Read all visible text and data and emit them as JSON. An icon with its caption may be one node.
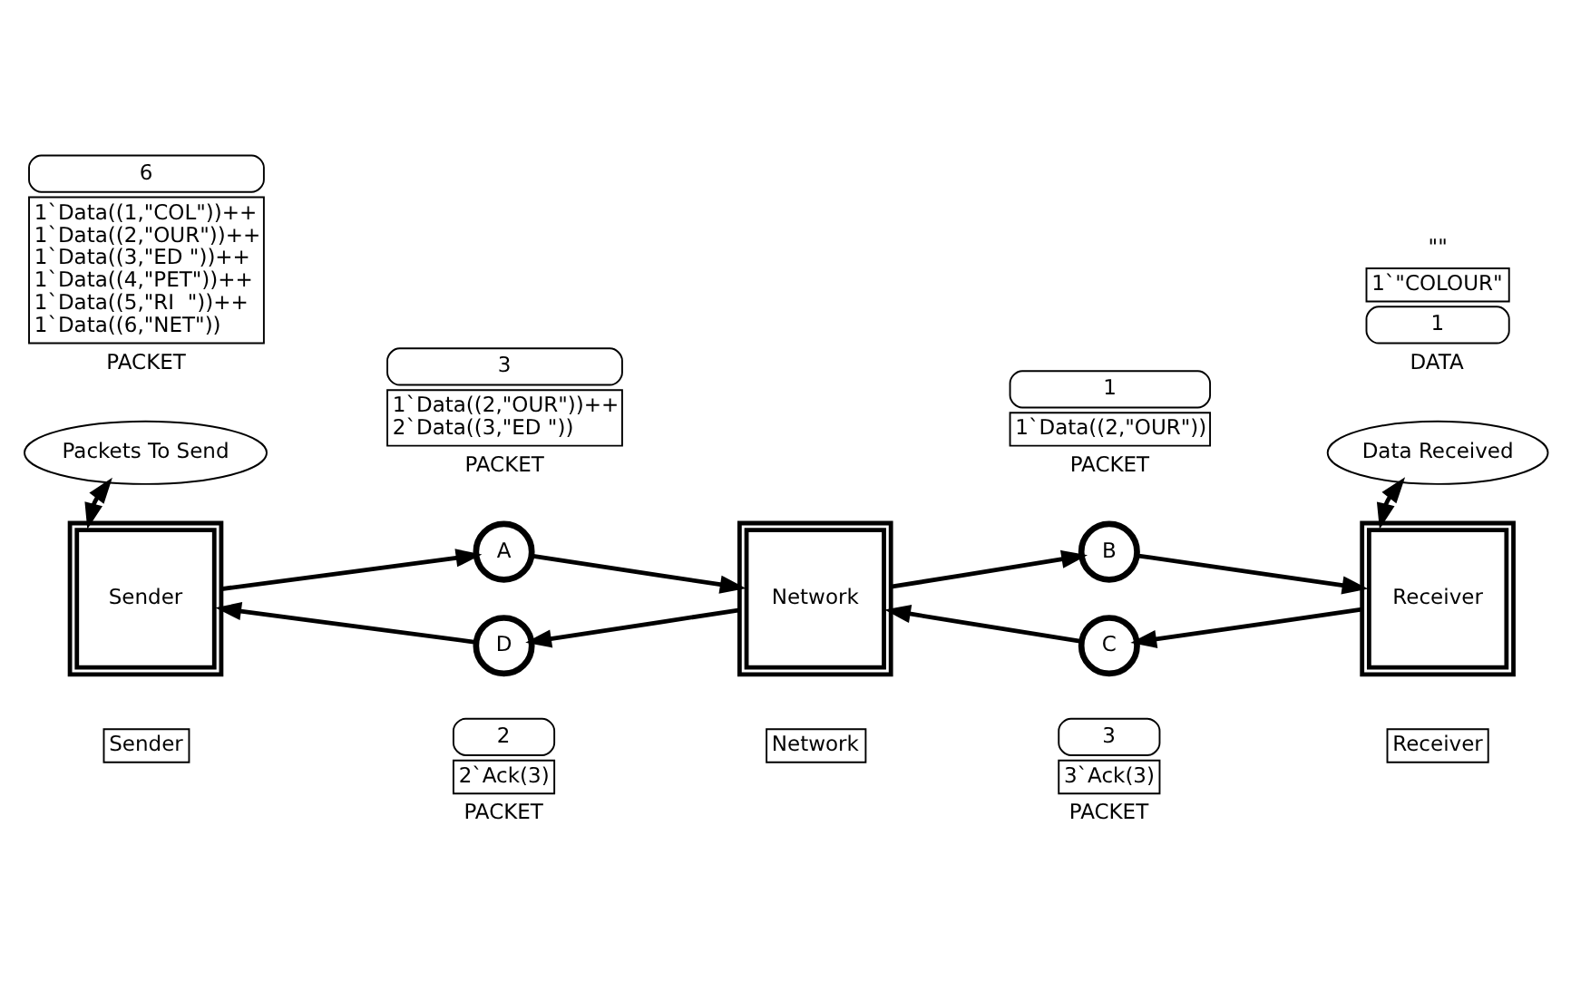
{
  "diagram": {
    "nodes": [
      {
        "text": [
          "Packets To Send"
        ],
        "beside": [
          "6",
          "1`Data((1,\"COL\"))++ 1`Data((2,\"OUR\"))++ 1`Data((3,\"ED \"))++ 1`Data((4,\"PET\"))++ 1`Data((5,\"RI  \"))++ 1`Data((6,\"NET\"))",
          "PACKET"
        ]
      },
      {
        "text": [
          "Data Received"
        ],
        "beside": [
          "\"\"",
          "1`\"COLOUR\"",
          "1",
          "DATA"
        ]
      },
      {
        "text": [
          "A"
        ],
        "beside": [
          "3",
          "1`Data((2,\"OUR\"))++ 2`Data((3,\"ED \"))",
          "PACKET"
        ]
      },
      {
        "text": [
          "B"
        ],
        "beside": [
          "1",
          "1`Data((2,\"OUR\"))",
          "PACKET"
        ]
      },
      {
        "text": [
          "Sender"
        ],
        "beside": [
          "Sender"
        ]
      },
      {
        "text": [
          "Network"
        ],
        "beside": [
          "Network"
        ]
      },
      {
        "text": [
          "Receiver"
        ],
        "beside": [
          "Receiver"
        ]
      },
      {
        "text": [
          "D"
        ],
        "beside": [
          "2",
          "2`Ack(3)",
          "PACKET"
        ]
      },
      {
        "text": [
          "C"
        ],
        "beside": [
          "3",
          "3`Ack(3)",
          "PACKET"
        ]
      }
    ],
    "edges": [
      {
        "from": 0,
        "to": 4,
        "arrow": "both"
      },
      {
        "from": 4,
        "to": 2,
        "arrow": "to"
      },
      {
        "from": 2,
        "to": 5,
        "arrow": "to"
      },
      {
        "from": 5,
        "to": 3,
        "arrow": "to"
      },
      {
        "from": 3,
        "to": 6,
        "arrow": "to"
      },
      {
        "from": 6,
        "to": 1,
        "arrow": "both"
      },
      {
        "from": 6,
        "to": 8,
        "arrow": "to"
      },
      {
        "from": 8,
        "to": 5,
        "arrow": "to"
      },
      {
        "from": 5,
        "to": 7,
        "arrow": "to"
      },
      {
        "from": 7,
        "to": 4,
        "arrow": "to"
      }
    ]
  }
}
